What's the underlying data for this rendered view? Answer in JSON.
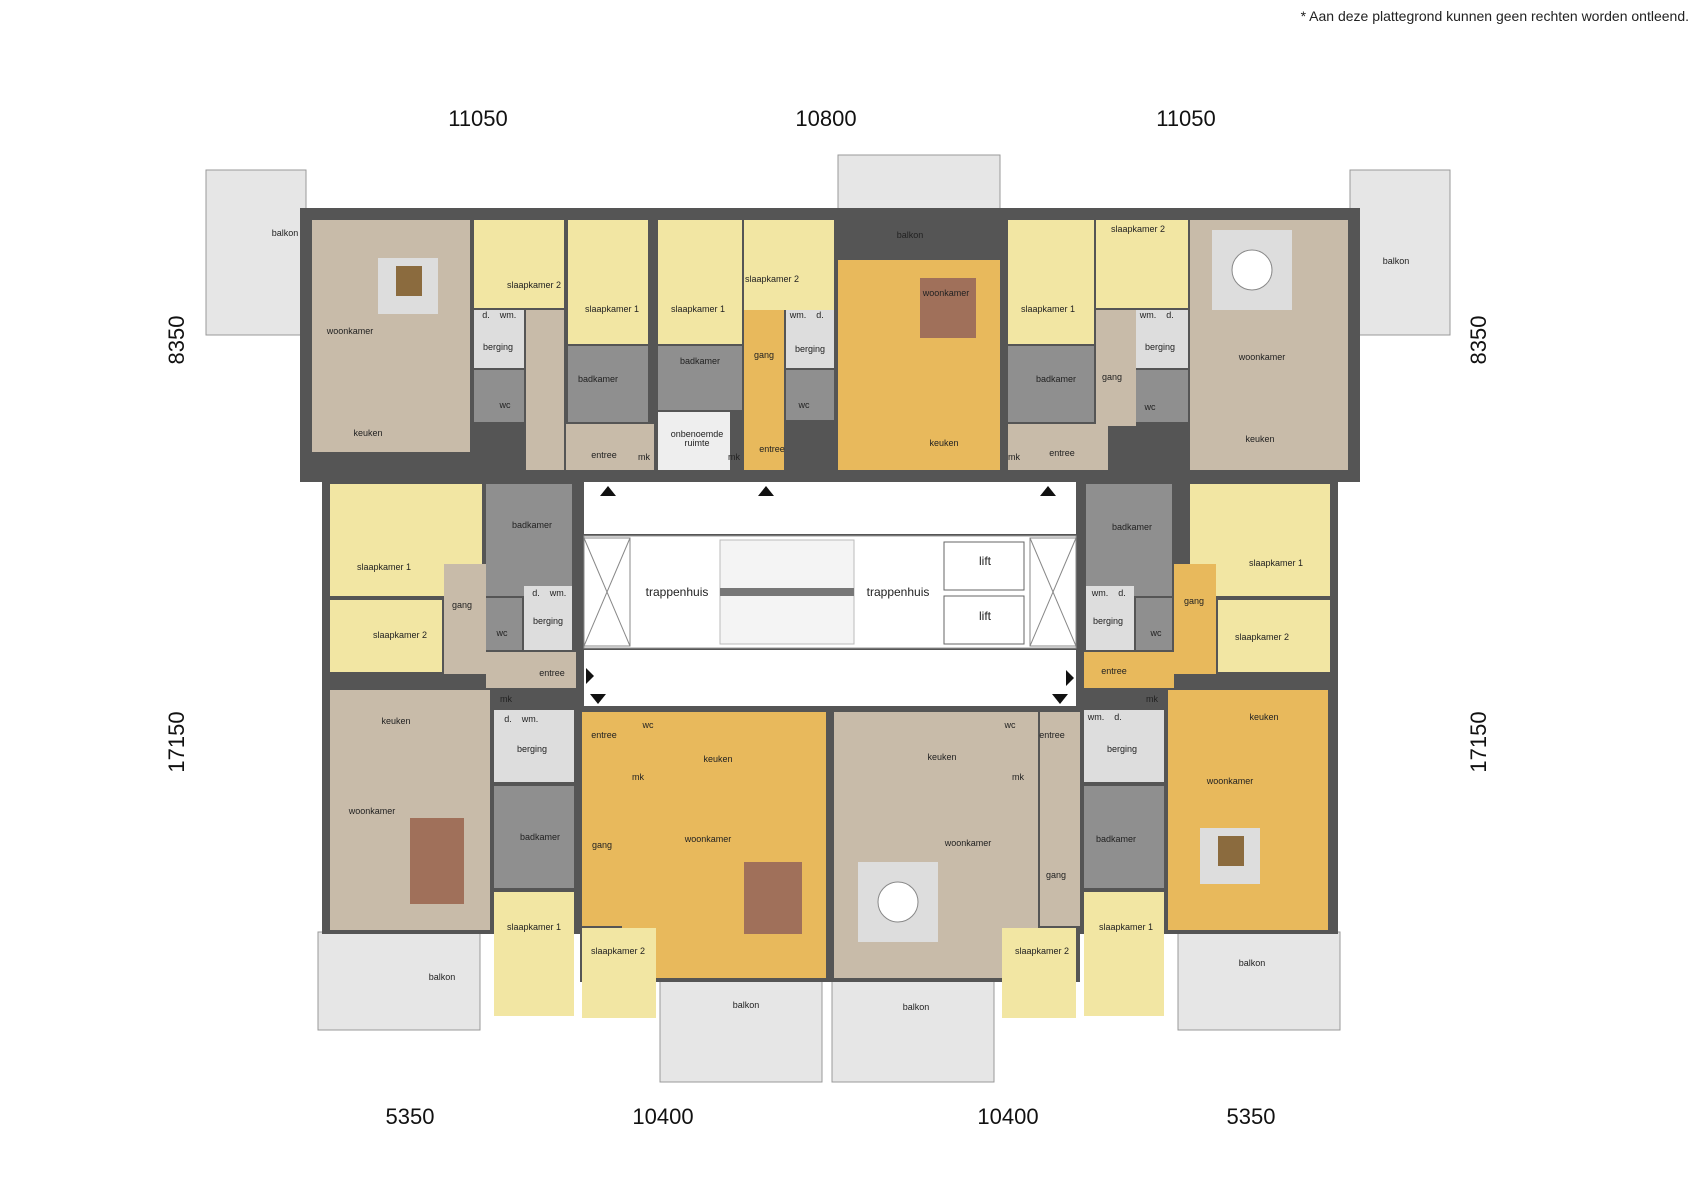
{
  "disclaimer": "* Aan deze plattegrond kunnen geen rechten worden ontleend.",
  "dimensions": {
    "top": [
      "11050",
      "10800",
      "11050"
    ],
    "bottom": [
      "5350",
      "10400",
      "10400",
      "5350"
    ],
    "left": [
      "8350",
      "17150"
    ],
    "right": [
      "8350",
      "17150"
    ]
  },
  "rooms": {
    "woonkamer": "woonkamer",
    "keuken": "keuken",
    "slaapkamer1": "slaapkamer 1",
    "slaapkamer2": "slaapkamer 2",
    "badkamer": "badkamer",
    "berging": "berging",
    "wc": "wc",
    "gang": "gang",
    "entree": "entree",
    "balkon": "balkon",
    "mk": "mk",
    "wm": "wm.",
    "d": "d.",
    "trappenhuis": "trappenhuis",
    "lift": "lift",
    "onbenoemde": "onbenoemde",
    "ruimte": "ruimte"
  },
  "colors": {
    "living": "#c8bba9",
    "bedroom": "#f2e6a3",
    "wood": "#e8b95c",
    "tile": "#8f8f8f",
    "balcony": "#e6e6e6",
    "wall": "#555555",
    "core": "#ffffff"
  }
}
